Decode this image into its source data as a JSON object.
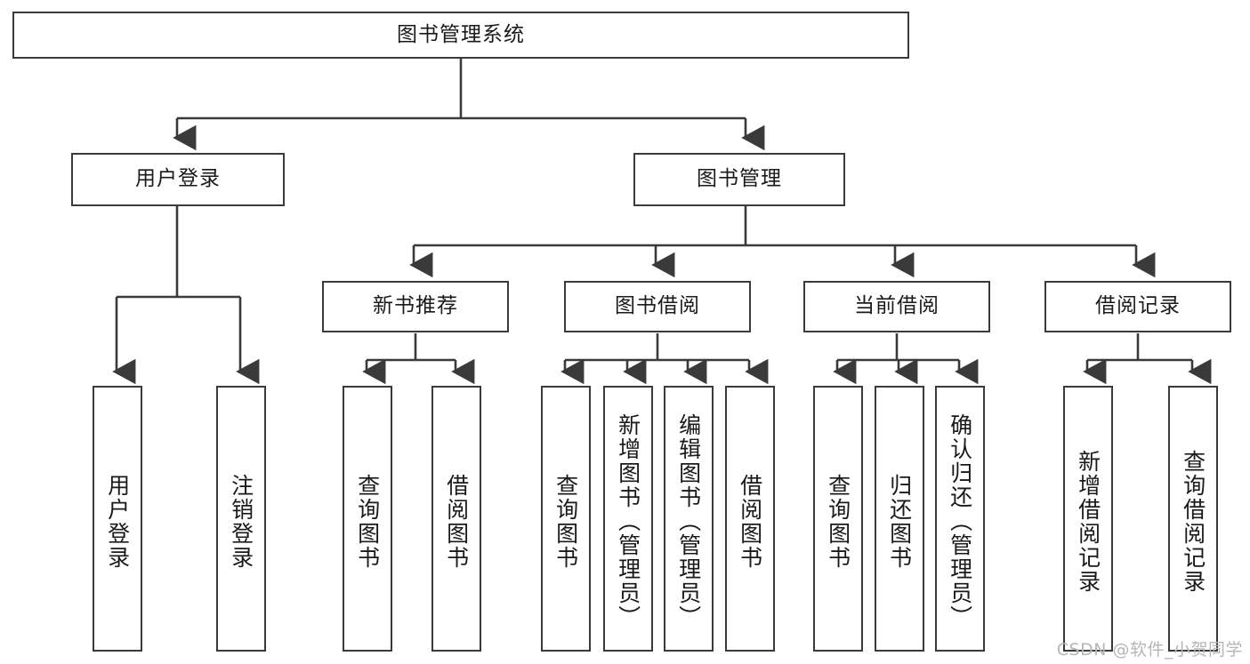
{
  "diagram": {
    "title_node": {
      "label": "图书管理系统"
    },
    "level2": [
      {
        "label": "用户登录"
      },
      {
        "label": "图书管理"
      }
    ],
    "level3": [
      {
        "label": "新书推荐"
      },
      {
        "label": "图书借阅"
      },
      {
        "label": "当前借阅"
      },
      {
        "label": "借阅记录"
      }
    ],
    "leaves": {
      "user_login": [
        {
          "label": "用户登录"
        },
        {
          "label": "注销登录"
        }
      ],
      "new_book_recommend": [
        {
          "label": "查询图书"
        },
        {
          "label": "借阅图书"
        }
      ],
      "book_borrow": [
        {
          "label": "查询图书"
        },
        {
          "label": "新增图书（管理员）"
        },
        {
          "label": "编辑图书（管理员）"
        },
        {
          "label": "借阅图书"
        }
      ],
      "current_borrow": [
        {
          "label": "查询图书"
        },
        {
          "label": "归还图书"
        },
        {
          "label": "确认归还（管理员）"
        }
      ],
      "borrow_records": [
        {
          "label": "新增借阅记录"
        },
        {
          "label": "查询借阅记录"
        }
      ]
    },
    "watermark": "CSDN @软件_小贺同学",
    "colors": {
      "stroke": "#3a3a3a",
      "text": "#1a1a1a",
      "background": "#ffffff",
      "watermark": "#b6b6b6"
    }
  }
}
